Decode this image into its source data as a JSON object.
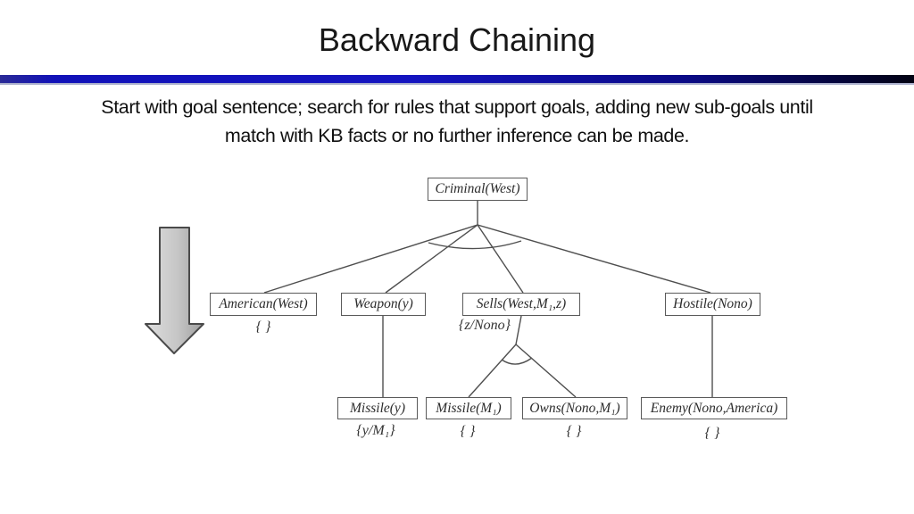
{
  "slide": {
    "title": "Backward Chaining",
    "subtitle_lines": {
      "line1": "Start with goal sentence; search for rules that support goals, adding new sub-goals until",
      "line2": "match with KB facts or no further inference can be made."
    },
    "divider_color": "#1111b8"
  },
  "diagram": {
    "type": "backward-chaining proof tree",
    "nodes": [
      {
        "id": "criminal",
        "label": "Criminal(West)",
        "substitution": ""
      },
      {
        "id": "american",
        "label": "American(West)",
        "substitution": "{ }"
      },
      {
        "id": "weapon",
        "label": "Weapon(y)",
        "substitution": ""
      },
      {
        "id": "sells",
        "label": "Sells(West,M₁,z)",
        "substitution": "{z/Nono}"
      },
      {
        "id": "hostile",
        "label": "Hostile(Nono)",
        "substitution": ""
      },
      {
        "id": "missile_y",
        "label": "Missile(y)",
        "substitution": "{y/M₁}"
      },
      {
        "id": "missile_m1",
        "label": "Missile(M₁)",
        "substitution": "{ }"
      },
      {
        "id": "owns",
        "label": "Owns(Nono,M₁)",
        "substitution": "{ }"
      },
      {
        "id": "enemy",
        "label": "Enemy(Nono,America)",
        "substitution": "{ }"
      }
    ],
    "edges": [
      [
        "criminal",
        "american"
      ],
      [
        "criminal",
        "weapon"
      ],
      [
        "criminal",
        "sells"
      ],
      [
        "criminal",
        "hostile"
      ],
      [
        "weapon",
        "missile_y"
      ],
      [
        "sells",
        "missile_m1"
      ],
      [
        "sells",
        "owns"
      ],
      [
        "hostile",
        "enemy"
      ]
    ]
  }
}
